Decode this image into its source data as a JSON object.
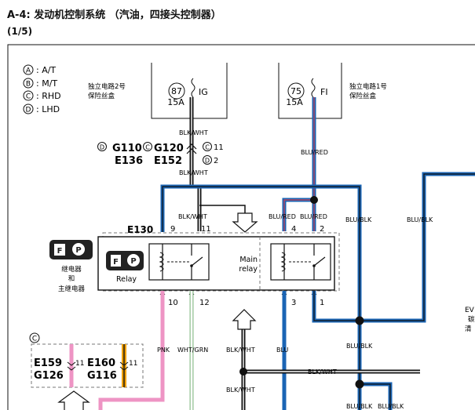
{
  "header": {
    "title": "A-4: 发动机控制系统 （汽油，四接头控制器）",
    "page": "(1/5)"
  },
  "legend": [
    {
      "key": "A",
      "value": ": A/T"
    },
    {
      "key": "B",
      "value": ": M/T"
    },
    {
      "key": "C",
      "value": ": RHD"
    },
    {
      "key": "D",
      "value": ": LHD"
    }
  ],
  "fuses": {
    "ig": {
      "number": "87",
      "rating": "15A",
      "name": "IG",
      "desc1": "独立电路2号",
      "desc2": "保险丝盒"
    },
    "fi": {
      "number": "75",
      "rating": "15A",
      "name": "FI",
      "desc1": "独立电路1号",
      "desc2": "保险丝盒"
    }
  },
  "connectors": {
    "g110": "G110",
    "g120": "G120",
    "e136": "E136",
    "e152": "E152",
    "pin11": "11",
    "pin2": "2",
    "d_key": "D",
    "c_key": "C",
    "e130": "E130",
    "e159": "E159",
    "g126": "G126",
    "e160": "E160",
    "g116": "G116",
    "e159_pin": "11",
    "e160_pin": "11",
    "bottom_c": "C"
  },
  "relay_block": {
    "relay_label": "Relay",
    "main_relay_label1": "Main",
    "main_relay_label2": "relay",
    "side_text1": "继电器",
    "side_text2": "和",
    "side_text3": "主继电器",
    "pins_top": [
      "9",
      "11",
      "4",
      "2"
    ],
    "pins_bottom": [
      "10",
      "12",
      "3",
      "1"
    ]
  },
  "wire_labels": {
    "blk_wht": "BLK/WHT",
    "blu_red": "BLU/RED",
    "blu_blk": "BLU/BLK",
    "pnk": "PNK",
    "wht_grn": "WHT/GRN",
    "blu": "BLU"
  },
  "right_edge": {
    "ev": "EV",
    "t1": "碳",
    "t2": "清"
  },
  "colors": {
    "blue": "#1a64b4",
    "pink": "#ee94c4",
    "green": "#b4dcb4",
    "orange": "#f08c00",
    "black": "#111111",
    "gray_dash": "#777777"
  }
}
